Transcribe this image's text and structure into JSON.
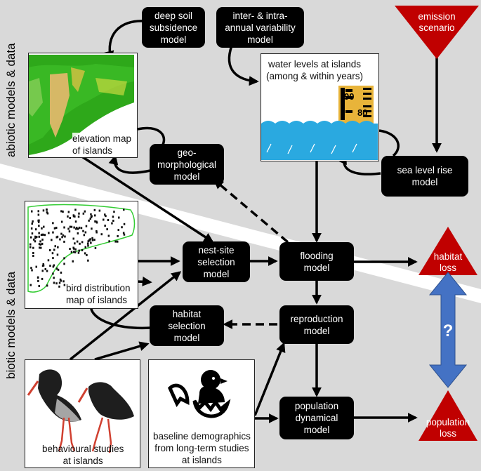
{
  "side_labels": {
    "abiotic": "abiotic models & data",
    "biotic": "biotic models & data"
  },
  "models": {
    "deep_soil": "deep soil\nsubsidence\nmodel",
    "variability": "inter- & intra-\nannual variability\nmodel",
    "geomorph": "geo-\nmorphological\nmodel",
    "sea_level": "sea level rise\nmodel",
    "nest_site": "nest-site\nselection\nmodel",
    "flooding": "flooding\nmodel",
    "habitat_sel": "habitat\nselection\nmodel",
    "reproduction": "reproduction\nmodel",
    "population": "population\ndynamical\nmodel"
  },
  "panels": {
    "elevation": "elevation map\nof islands",
    "water": "water levels at islands\n(among & within years)",
    "bird": "bird distribution\nmap of islands",
    "behaviour": "behavioural studies\nat islands",
    "baseline": "baseline demographics\nfrom long-term studies\nat islands"
  },
  "gauge": {
    "upper": "90",
    "lower": "80"
  },
  "outcomes": {
    "emission": "emission\nscenario",
    "habitat_loss": "habitat\nloss",
    "population_loss": "population\nloss",
    "question": "?"
  },
  "colors": {
    "background": "#d9d9d9",
    "box": "#000000",
    "triangle": "#c00000",
    "arrow_double": "#4472c4",
    "water": "#2aa9e0",
    "gauge": "#e8b43a",
    "vegetation": "#2ea81a"
  }
}
